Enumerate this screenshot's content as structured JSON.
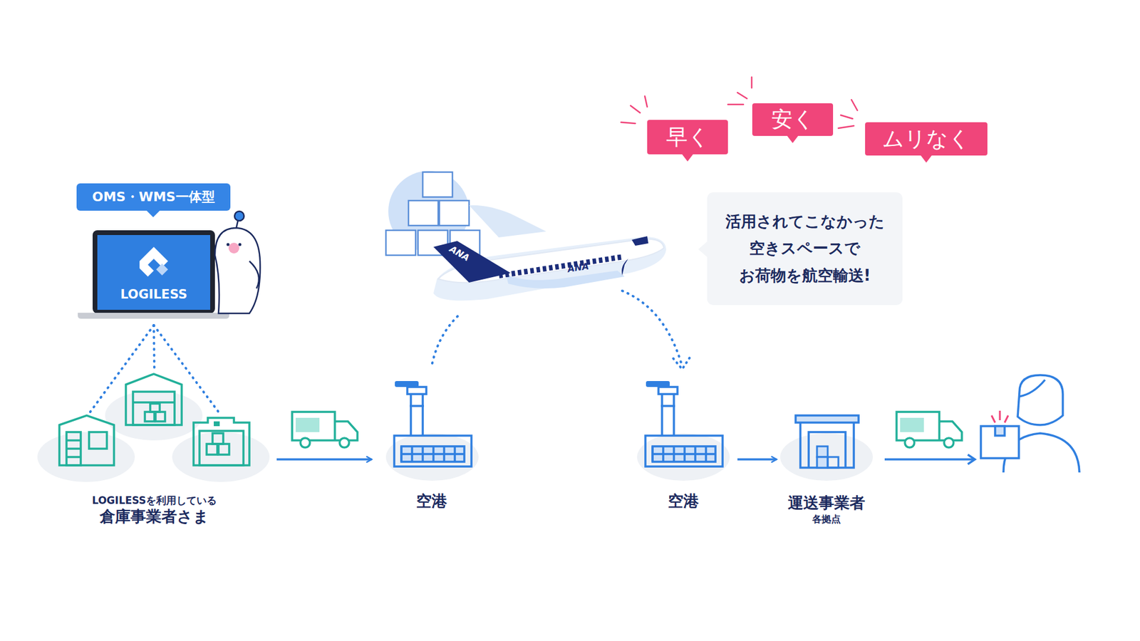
{
  "diagram": {
    "nodes": [
      {
        "text": [
          "OMS・WMS一体型"
        ]
      },
      {
        "text": [
          "LOGILESS"
        ]
      },
      {
        "text": [
          "LOGILESSを利用している",
          "倉庫事業者さま"
        ]
      },
      {
        "text": [
          "空港"
        ]
      },
      {
        "text": [
          "空港"
        ]
      },
      {
        "text": [
          "運送事業者",
          "各拠点"
        ]
      },
      {
        "text": [
          "早く"
        ]
      },
      {
        "text": [
          "安く"
        ]
      },
      {
        "text": [
          "ムリなく"
        ]
      },
      {
        "text": [
          "活用されてこなかった 空きスペースで お荷物を航空輸送!"
        ]
      }
    ],
    "edges": [
      {
        "from": 1,
        "to": 2,
        "arrow": "none"
      },
      {
        "from": 2,
        "to": 3,
        "arrow": "to"
      },
      {
        "from": 4,
        "to": 5,
        "arrow": "to"
      }
    ],
    "labels": [
      "ANA",
      "ANA"
    ]
  }
}
